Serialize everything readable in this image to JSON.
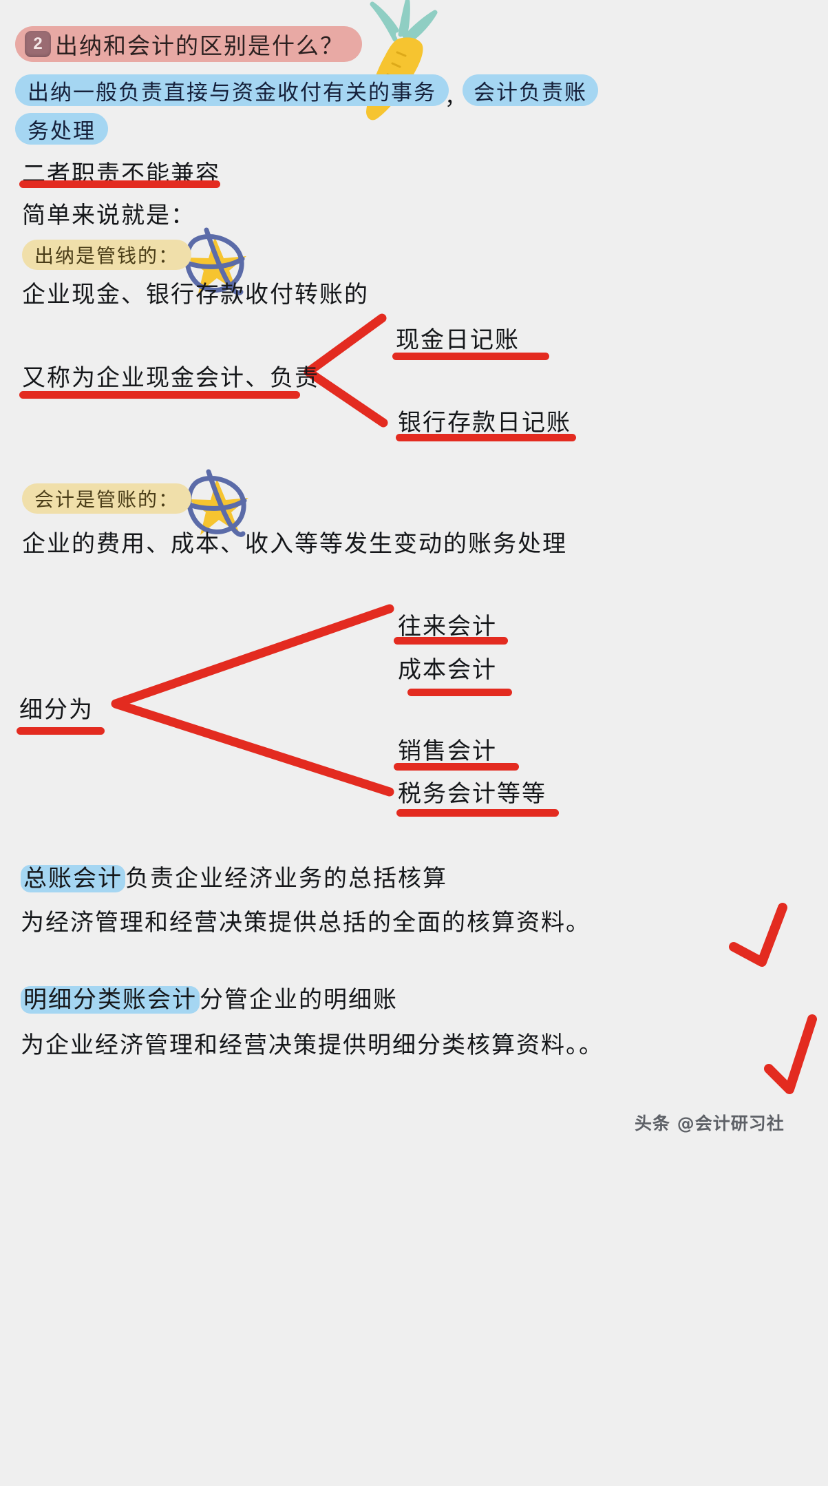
{
  "page": {
    "background_color": "#efefef",
    "ink_color": "#15171a",
    "accent_red": "#e32b20",
    "highlight_pink": "#e8a9a4",
    "highlight_blue": "#a5d6f2",
    "highlight_yellow": "#f0dfaa",
    "badge_color": "#9a6b72"
  },
  "title": {
    "number": "2",
    "text": "出纳和会计的区别是什么？"
  },
  "intro": {
    "line1": "出纳一般负责直接与资金收付有关的事务",
    "comma": "，",
    "line1b": "会计负责账",
    "line2": "务处理",
    "emphasis": "二者职责不能兼容",
    "lead_in": "简单来说就是："
  },
  "section_cashier": {
    "heading": "出纳是管钱的：",
    "desc": "企业现金、银行存款收付转账的",
    "branch_root": "又称为企业现金会计、负责",
    "branches": [
      "现金日记账",
      "银行存款日记账"
    ]
  },
  "section_accountant": {
    "heading": "会计是管账的：",
    "desc": "企业的费用、成本、收入等等发生变动的账务处理",
    "branch_root": "细分为",
    "branches": [
      "往来会计",
      "成本会计",
      "销售会计",
      "税务会计等等"
    ]
  },
  "closing": {
    "block1": {
      "highlight": "总账会计",
      "rest": "负责企业经济业务的总括核算",
      "line2": "为经济管理和经营决策提供总括的全面的核算资料。"
    },
    "block2": {
      "highlight": "明细分类账会计",
      "rest": "分管企业的明细账",
      "line2": "为企业经济管理和经营决策提供明细分类核算资料。。"
    }
  },
  "watermark": "头条 @会计研习社",
  "icons": {
    "carrot": "carrot-icon",
    "star_one": "star-icon",
    "star_two": "star-icon",
    "check_one": "check-mark-icon",
    "check_two": "check-mark-icon"
  }
}
